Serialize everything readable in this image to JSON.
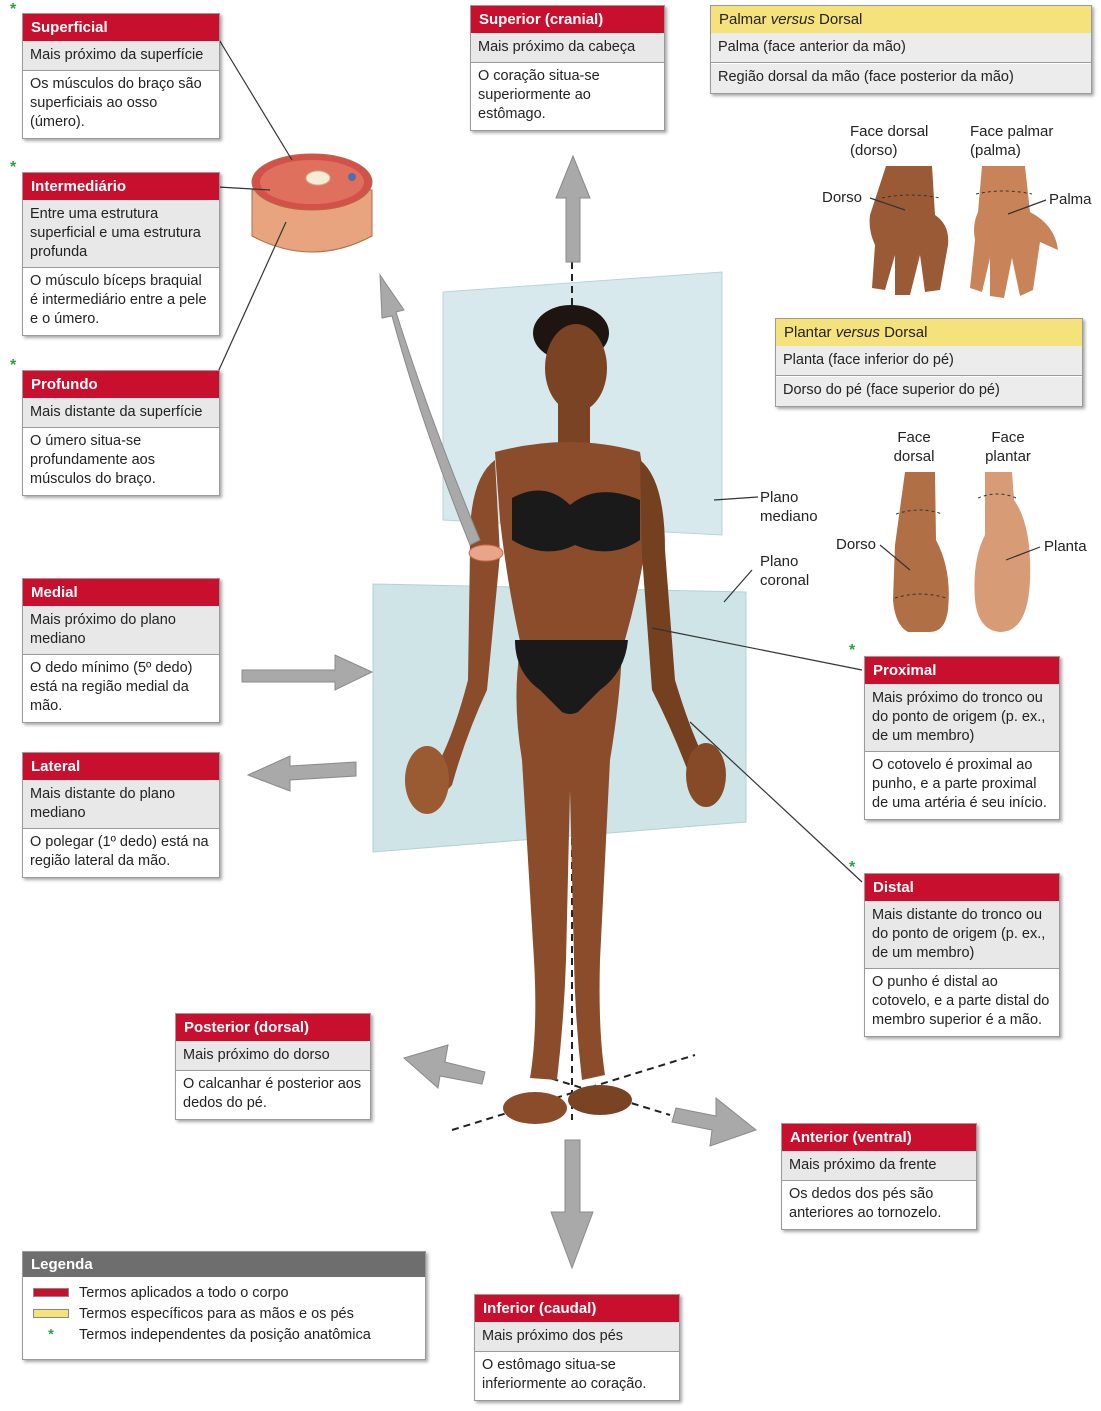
{
  "terms": {
    "superficial": {
      "title": "Superficial",
      "def": "Mais próximo da superfície",
      "ex": "Os músculos do braço são superficiais ao osso (úmero)."
    },
    "intermediario": {
      "title": "Intermediário",
      "def": "Entre uma estrutura superficial e uma estrutura profunda",
      "ex": "O músculo bíceps braquial é intermediário entre a pele e o úmero."
    },
    "profundo": {
      "title": "Profundo",
      "def": "Mais distante da superfície",
      "ex": "O úmero situa-se profundamente aos músculos do braço."
    },
    "medial": {
      "title": "Medial",
      "def": "Mais próximo do plano mediano",
      "ex": "O dedo mínimo (5º dedo) está na região medial da mão."
    },
    "lateral": {
      "title": "Lateral",
      "def": "Mais distante do plano mediano",
      "ex": "O polegar (1º dedo) está na região lateral da mão."
    },
    "superior": {
      "title": "Superior (cranial)",
      "def": "Mais próximo da cabeça",
      "ex": "O coração situa-se superiormente ao estômago."
    },
    "proximal": {
      "title": "Proximal",
      "def": "Mais próximo do tronco ou do ponto de origem (p. ex., de um membro)",
      "ex": "O cotovelo é proximal ao punho, e a parte proximal de uma artéria é seu início."
    },
    "distal": {
      "title": "Distal",
      "def": "Mais distante do tronco ou do ponto de origem (p. ex., de um membro)",
      "ex": "O punho é distal ao cotovelo, e a parte distal do membro superior é a mão."
    },
    "posterior": {
      "title": "Posterior (dorsal)",
      "def": "Mais próximo do dorso",
      "ex": "O calcanhar é posterior aos dedos do pé."
    },
    "anterior": {
      "title": "Anterior (ventral)",
      "def": "Mais próximo da frente",
      "ex": "Os dedos dos pés são anteriores ao tornozelo."
    },
    "inferior": {
      "title": "Inferior (caudal)",
      "def": "Mais próximo dos pés",
      "ex": "O estômago situa-se inferiormente ao coração."
    }
  },
  "palmar": {
    "title_a": "Palmar",
    "title_versus": "versus",
    "title_b": "Dorsal",
    "row1": "Palma (face anterior da mão)",
    "row2": "Região dorsal da mão (face posterior da mão)"
  },
  "plantar": {
    "title_a": "Plantar",
    "title_versus": "versus",
    "title_b": "Dorsal",
    "row1": "Planta (face inferior do pé)",
    "row2": "Dorso do pé (face superior do pé)"
  },
  "labels": {
    "face_dorsal_hand": "Face dorsal (dorso)",
    "face_palmar_hand": "Face palmar (palma)",
    "dorso_hand": "Dorso",
    "palma": "Palma",
    "face_dorsal_foot": "Face dorsal",
    "face_plantar_foot": "Face plantar",
    "dorso_foot": "Dorso",
    "planta": "Planta",
    "plano_mediano": "Plano mediano",
    "plano_coronal": "Plano coronal"
  },
  "legend": {
    "title": "Legenda",
    "items": [
      {
        "text": "Termos aplicados a todo o corpo",
        "color": "#c8102e"
      },
      {
        "text": "Termos específicos para as mãos e os pés",
        "color": "#f5e27a"
      },
      {
        "text": "Termos independentes da posição anatômica",
        "symbol": "*"
      }
    ]
  },
  "star_symbol": "*",
  "colors": {
    "term_header": "#c8102e",
    "hand_foot_header": "#f5e27a",
    "star": "#2ea043",
    "arrow": "#a9a9a9",
    "plane": "#bcd9de",
    "skin": "#b26a3c"
  }
}
